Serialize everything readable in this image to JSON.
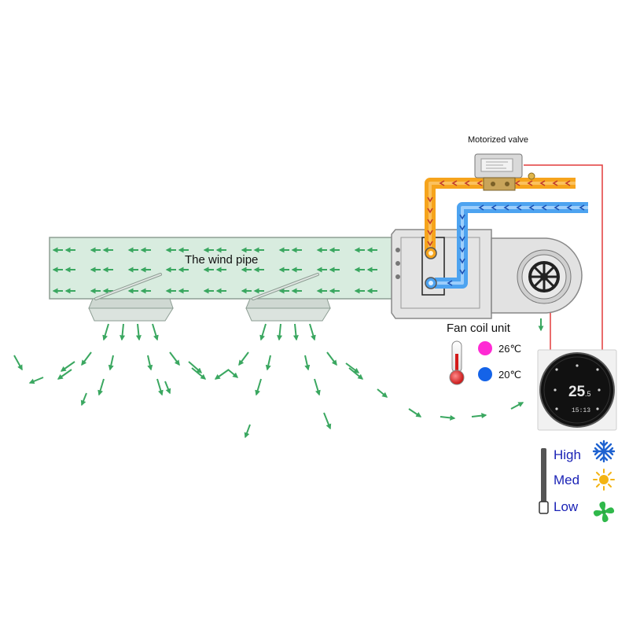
{
  "labels": {
    "motorized_valve": "Motorized valve",
    "wind_pipe": "The wind pipe",
    "fan_coil_unit": "Fan coil unit"
  },
  "temperatures": {
    "hot": {
      "text": "26℃",
      "color": "#ff2ad4"
    },
    "cold": {
      "text": "20℃",
      "color": "#1463e8"
    }
  },
  "thermostat": {
    "temp_main": "25",
    "temp_decimal": ".5",
    "time": "15:13"
  },
  "fan_levels": [
    {
      "label": "High",
      "mode_icon": "snowflake-icon"
    },
    {
      "label": "Med",
      "mode_icon": "sun-icon"
    },
    {
      "label": "Low",
      "mode_icon": "fan-icon"
    }
  ],
  "colors": {
    "pipe_fill": "#d8ecdf",
    "pipe_border": "#8e9e94",
    "arrow_green": "#3aa760",
    "hot_pipe": "#f6a41c",
    "cold_pipe": "#4da3f0",
    "wire_red": "#e23b3b",
    "level_text": "#1b23b6"
  }
}
